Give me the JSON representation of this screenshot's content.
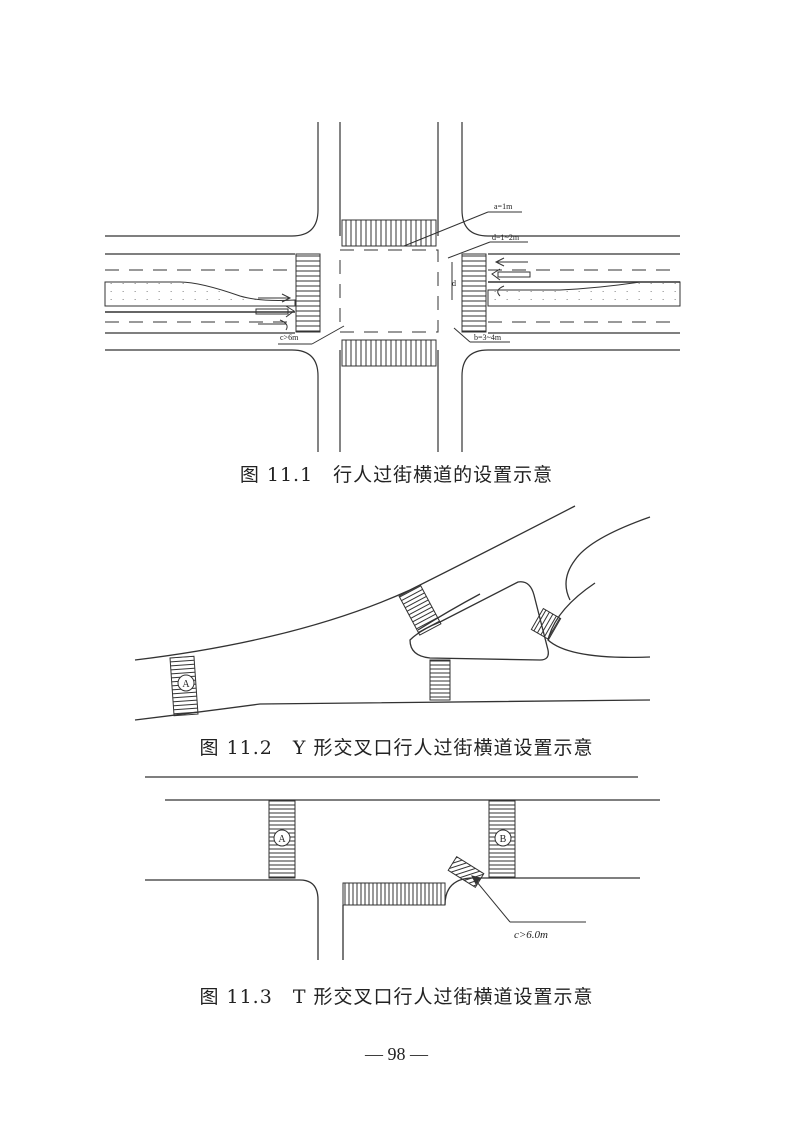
{
  "figure1": {
    "caption": "图 11.1　行人过街横道的设置示意",
    "labels": {
      "a": "a=1m",
      "d_label": "d=1~2m",
      "b": "b=3~4m",
      "c": "c>6m",
      "d": "d"
    }
  },
  "figure2": {
    "caption": "图 11.2　Y 形交叉口行人过街横道设置示意",
    "marker_a": "A"
  },
  "figure3": {
    "caption": "图 11.3　T 形交叉口行人过街横道设置示意",
    "marker_a": "A",
    "marker_b": "B",
    "dimension": "c>6.0m"
  },
  "page_number": "98"
}
